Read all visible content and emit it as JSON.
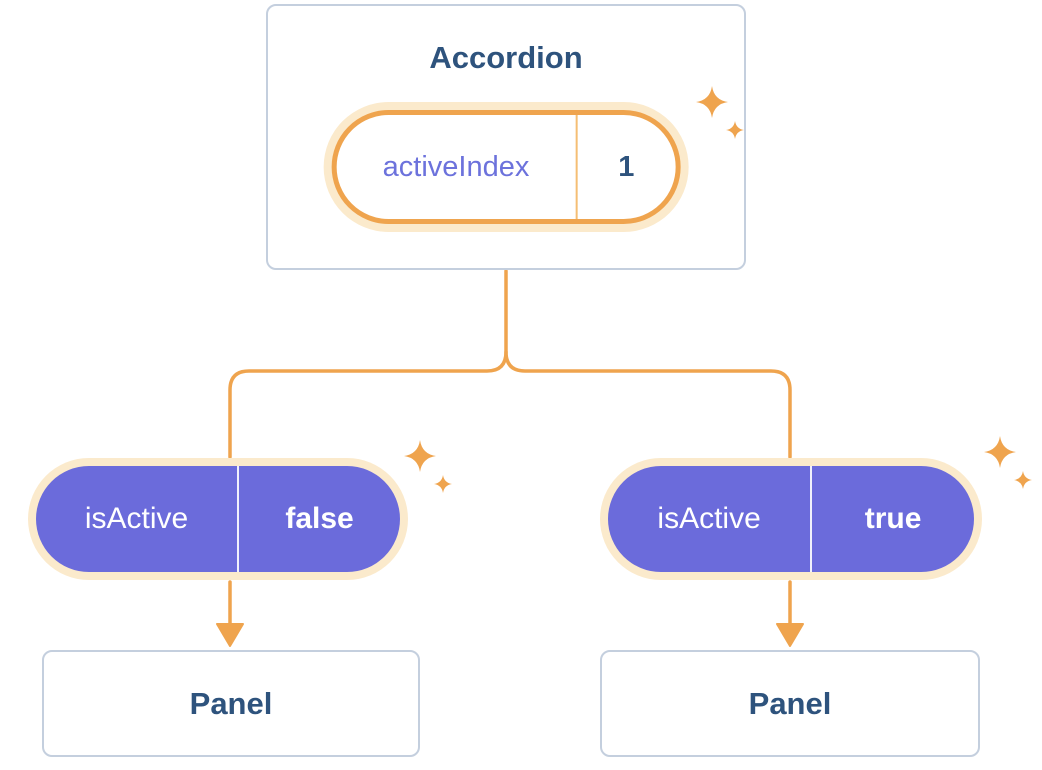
{
  "icons": {
    "sparkle": "four-pointed-star"
  },
  "colors": {
    "orange": "#EFA44E",
    "halo": "#FBEACC",
    "purple": "#6B6BDB",
    "label_purple": "#6C72DC",
    "heading_blue": "#2E537D",
    "card_border": "#C4CFDE",
    "background": "#FFFFFF"
  },
  "accordion": {
    "title": "Accordion",
    "state_pill": {
      "label": "activeIndex",
      "value": "1"
    }
  },
  "left_branch": {
    "prop_pill": {
      "label": "isActive",
      "value": "false"
    },
    "panel": {
      "title": "Panel"
    }
  },
  "right_branch": {
    "prop_pill": {
      "label": "isActive",
      "value": "true"
    },
    "panel": {
      "title": "Panel"
    }
  }
}
